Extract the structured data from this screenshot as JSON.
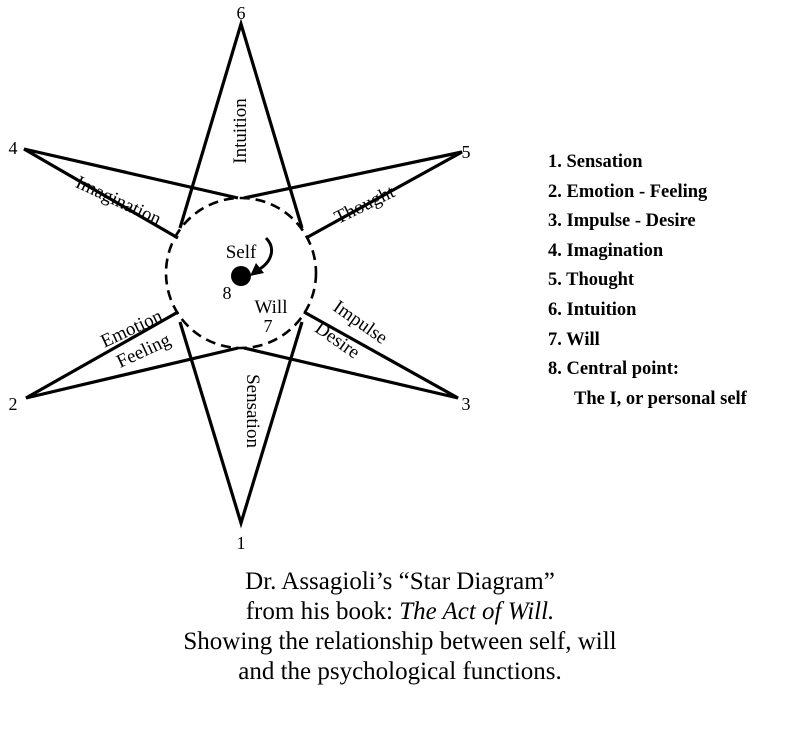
{
  "diagram": {
    "points": {
      "p1": "1",
      "p2": "2",
      "p3": "3",
      "p4": "4",
      "p5": "5",
      "p6": "6",
      "will_number": "7",
      "self_number": "8"
    },
    "labels": {
      "intuition": "Intuition",
      "imagination": "Imagination",
      "thought": "Thought",
      "emotion": "Emotion",
      "feeling": "Feeling",
      "impulse": "Impulse",
      "desire": "Desire",
      "sensation": "Sensation",
      "self": "Self",
      "will": "Will"
    }
  },
  "legend": {
    "items": [
      "1. Sensation",
      "2. Emotion - Feeling",
      "3. Impulse - Desire",
      "4. Imagination",
      "5. Thought",
      "6. Intuition",
      "7. Will",
      "8. Central point:",
      "The I, or personal self"
    ]
  },
  "caption": {
    "line1": "Dr. Assagioli’s “Star Diagram”",
    "line2_prefix": "from his book: ",
    "line2_title": "The Act of Will.",
    "line3": "Showing the relationship between self, will",
    "line4": "and the psychological functions."
  }
}
